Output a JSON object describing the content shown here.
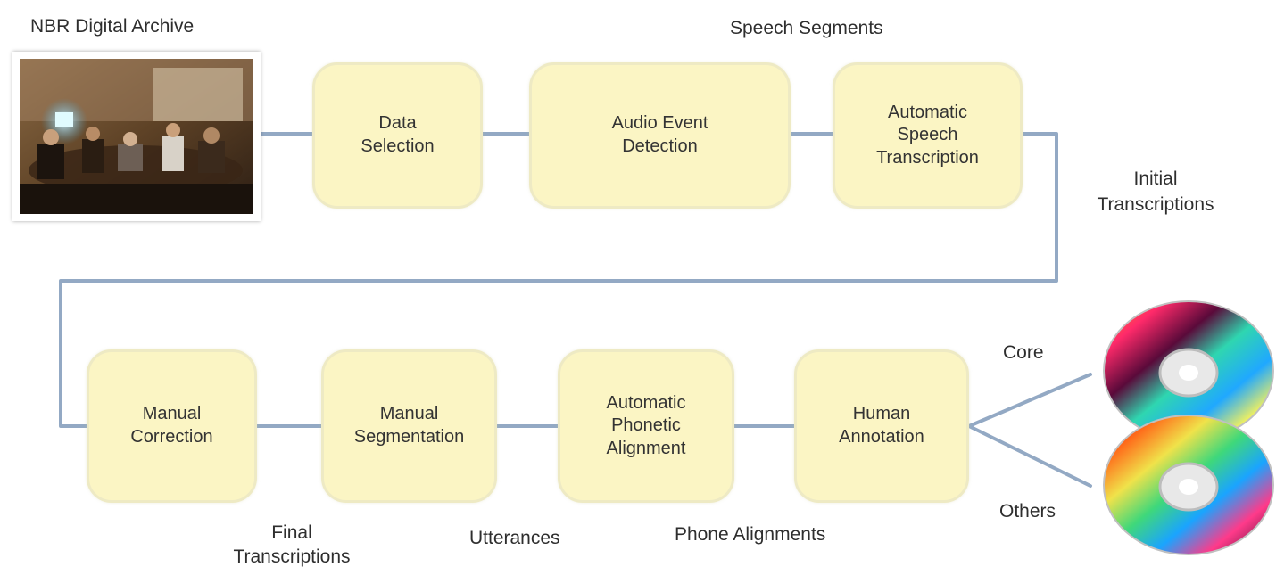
{
  "source_label": "NBR Digital Archive",
  "steps": {
    "data_selection": "Data\nSelection",
    "audio_event_detection": "Audio Event\nDetection",
    "automatic_speech_transcription": "Automatic\nSpeech\nTranscription",
    "manual_correction": "Manual\nCorrection",
    "manual_segmentation": "Manual\nSegmentation",
    "automatic_phonetic_alignment": "Automatic\nPhonetic\nAlignment",
    "human_annotation": "Human\nAnnotation"
  },
  "edge_labels": {
    "speech_segments": "Speech Segments",
    "initial_transcriptions": "Initial\nTranscriptions",
    "final_transcriptions": "Final\nTranscriptions",
    "utterances": "Utterances",
    "phone_alignments": "Phone Alignments"
  },
  "outputs": {
    "core": "Core",
    "others": "Others"
  },
  "colors": {
    "box_fill": "#fbf5c4",
    "box_border": "#eeeac4",
    "connector": "#93a9c4"
  }
}
